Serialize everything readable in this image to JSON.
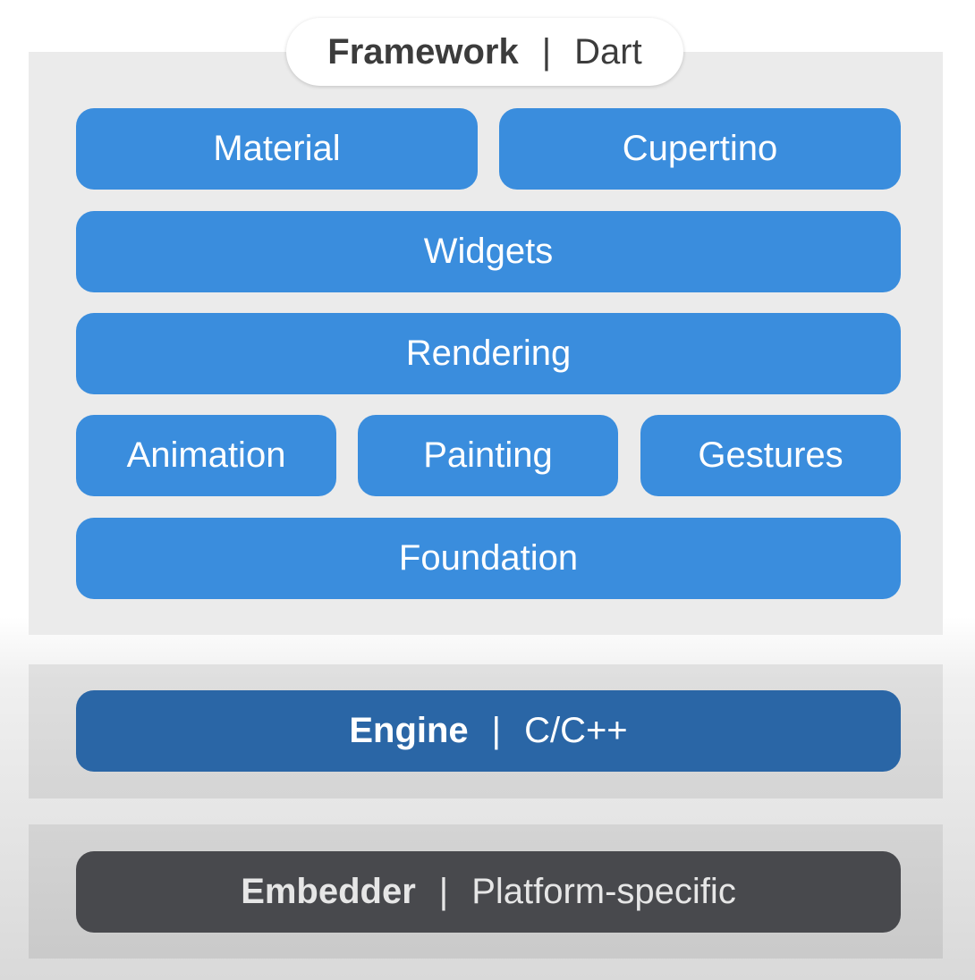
{
  "framework": {
    "name": "Framework",
    "separator": "|",
    "language": "Dart",
    "components": {
      "material": "Material",
      "cupertino": "Cupertino",
      "widgets": "Widgets",
      "rendering": "Rendering",
      "animation": "Animation",
      "painting": "Painting",
      "gestures": "Gestures",
      "foundation": "Foundation"
    }
  },
  "engine": {
    "name": "Engine",
    "separator": "|",
    "language": "C/C++"
  },
  "embedder": {
    "name": "Embedder",
    "separator": "|",
    "language": "Platform-specific"
  },
  "colors": {
    "framework_block": "#3a8ddd",
    "engine_block": "#2a66a6",
    "embedder_block": "#48494d",
    "panel": "#ebebeb"
  }
}
